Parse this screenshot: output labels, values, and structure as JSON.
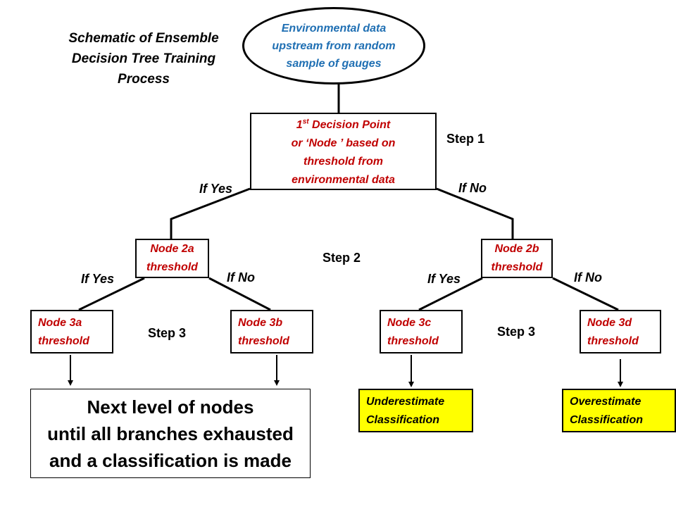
{
  "title": {
    "lines": [
      "Schematic of Ensemble",
      "Decision Tree Training",
      "Process"
    ]
  },
  "root": {
    "lines": [
      "Environmental data",
      "upstream from random",
      "sample of gauges"
    ]
  },
  "node1": {
    "line1_prefix": "1",
    "line1_sup": "st",
    "line1_suffix": " Decision Point",
    "lines": [
      "or ‘Node ’ based on",
      "threshold from",
      "environmental data"
    ]
  },
  "steps": {
    "step1": "Step 1",
    "step2": "Step 2",
    "step3_left": "Step 3",
    "step3_right": "Step 3"
  },
  "branches": {
    "root_yes": "If Yes",
    "root_no": "If No",
    "n2a_yes": "If Yes",
    "n2a_no": "If No",
    "n2b_yes": "If Yes",
    "n2b_no": "If No"
  },
  "node2a": {
    "lines": [
      "Node 2a",
      "threshold"
    ]
  },
  "node2b": {
    "lines": [
      "Node 2b",
      "threshold"
    ]
  },
  "node3a": {
    "lines": [
      "Node 3a",
      "threshold"
    ]
  },
  "node3b": {
    "lines": [
      "Node 3b",
      "threshold"
    ]
  },
  "node3c": {
    "lines": [
      "Node 3c",
      "threshold"
    ]
  },
  "node3d": {
    "lines": [
      "Node 3d",
      "threshold"
    ]
  },
  "underestimate": {
    "lines": [
      "Underestimate",
      "Classification"
    ]
  },
  "overestimate": {
    "lines": [
      "Overestimate",
      "Classification"
    ]
  },
  "next_level": {
    "lines": [
      "Next level of nodes",
      "until all branches exhausted",
      "and a classification is made"
    ]
  },
  "colors": {
    "root_text": "#1f6fb3",
    "node_text": "#c00000",
    "leaf_fill": "#ffff00"
  }
}
